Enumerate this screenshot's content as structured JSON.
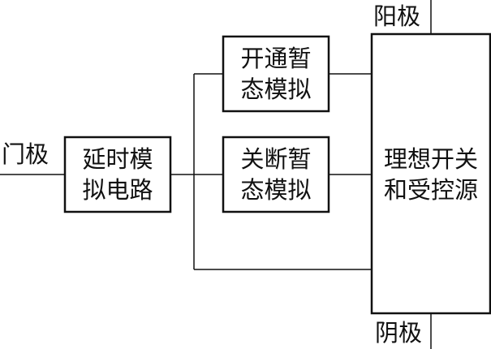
{
  "blocks": {
    "delay": {
      "line1": "延时模",
      "line2": "拟电路"
    },
    "turn_on": {
      "line1": "开通暂",
      "line2": "态模拟"
    },
    "turn_off": {
      "line1": "关断暂",
      "line2": "态模拟"
    },
    "ideal_switch": {
      "line1": "理想开关",
      "line2": "和受控源"
    }
  },
  "terminals": {
    "gate": "门极",
    "anode": "阳极",
    "cathode": "阴极"
  }
}
